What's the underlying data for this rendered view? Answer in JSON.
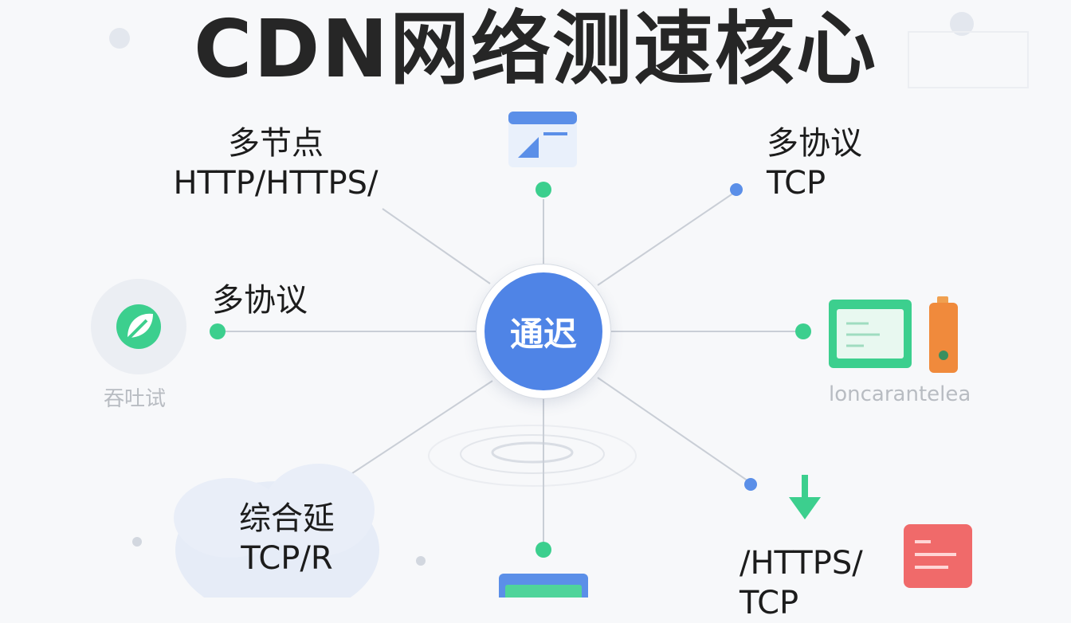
{
  "title": "CDN网络测速核心",
  "hub": {
    "label": "通迟"
  },
  "labels": {
    "top_left": [
      "多节点",
      "HTTP/HTTPS/"
    ],
    "top_right": [
      "多协议",
      "TCP"
    ],
    "mid_left": [
      "多协议"
    ],
    "bottom_left": [
      "综合延",
      "TCP/R"
    ],
    "bottom_right": [
      "/HTTPS/",
      "TCP"
    ]
  },
  "captions": {
    "left": "吞吐试",
    "right": "loncarantelea"
  },
  "colors": {
    "hub": "#4f84e6",
    "green": "#3ccf8e",
    "blue": "#5b8fe8",
    "orange": "#f08a3c",
    "red": "#f06a6a",
    "line": "#c9ced6"
  },
  "icons": [
    "window-icon",
    "leaf-icon",
    "monitor-icon",
    "battery-icon",
    "down-arrow-icon",
    "document-icon",
    "cloud-icon"
  ]
}
